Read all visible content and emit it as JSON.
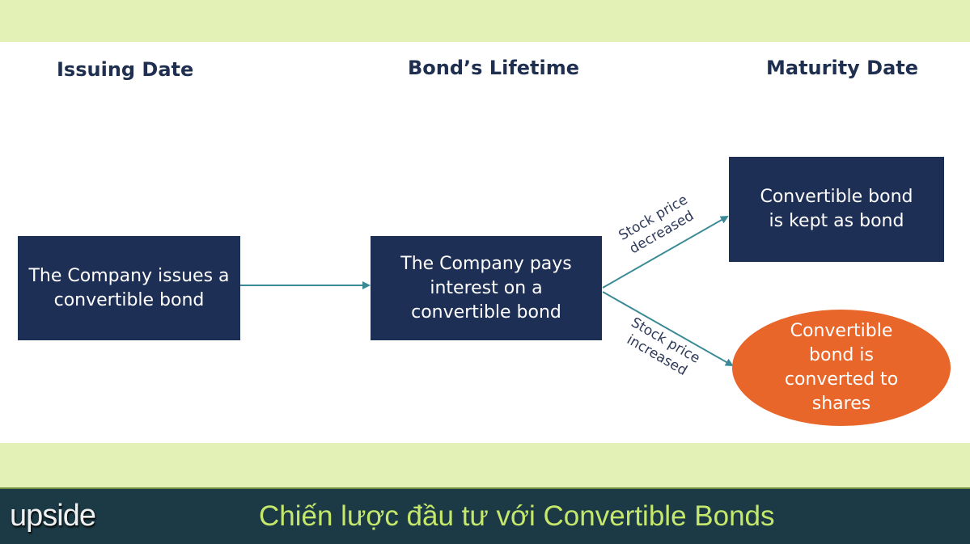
{
  "headers": {
    "issuing": "Issuing Date",
    "lifetime": "Bond’s Lifetime",
    "maturity": "Maturity Date"
  },
  "boxes": {
    "issue": "The Company issues a convertible bond",
    "pays": "The Company pays interest on a convertible bond",
    "kept": "Convertible bond is kept as bond",
    "converted": "Convertible bond is converted to shares"
  },
  "edges": {
    "decreased": "Stock price decreased",
    "increased": "Stock price increased"
  },
  "footer": {
    "logo": "upside",
    "title": "Chiến lược đầu tư với Convertible Bonds"
  },
  "colors": {
    "box": "#1e2f55",
    "converted": "#e8662a",
    "arrow": "#3a8a96",
    "band": "#e3f1b6",
    "footer": "#1b3a45"
  }
}
